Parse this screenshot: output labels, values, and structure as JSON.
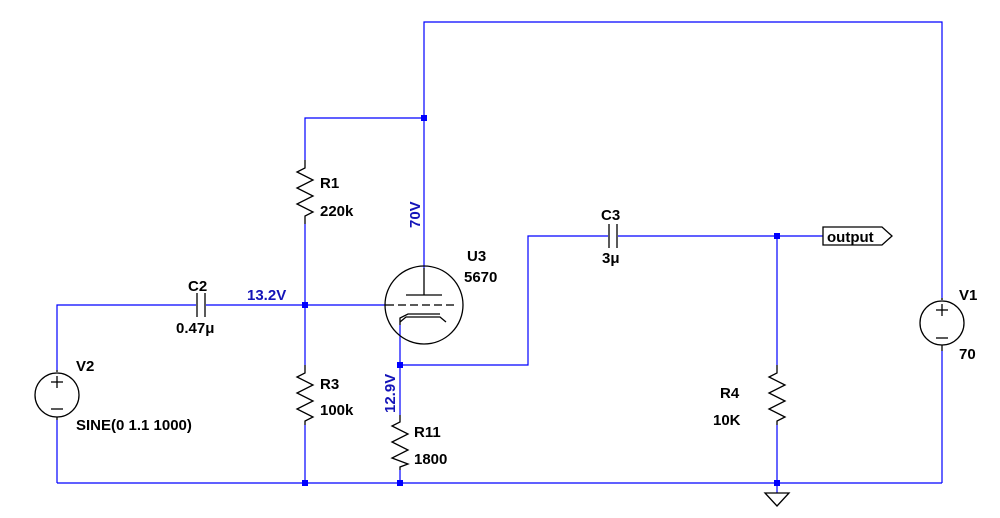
{
  "components": {
    "r1": {
      "ref": "R1",
      "value": "220k"
    },
    "r3": {
      "ref": "R3",
      "value": "100k"
    },
    "r11": {
      "ref": "R11",
      "value": "1800"
    },
    "r4": {
      "ref": "R4",
      "value": "10K"
    },
    "c2": {
      "ref": "C2",
      "value": "0.47μ"
    },
    "c3": {
      "ref": "C3",
      "value": "3μ"
    },
    "u3": {
      "ref": "U3",
      "value": "5670"
    },
    "v1": {
      "ref": "V1",
      "value": "70"
    },
    "v2": {
      "ref": "V2",
      "value": "SINE(0 1.1 1000)"
    }
  },
  "net_labels": {
    "output": "output"
  },
  "voltages": {
    "plate": "70V",
    "grid": "13.2V",
    "cathode": "12.9V"
  },
  "colors": {
    "wire": "#0000ff",
    "component": "#000000",
    "voltage_text": "#1414b8"
  }
}
